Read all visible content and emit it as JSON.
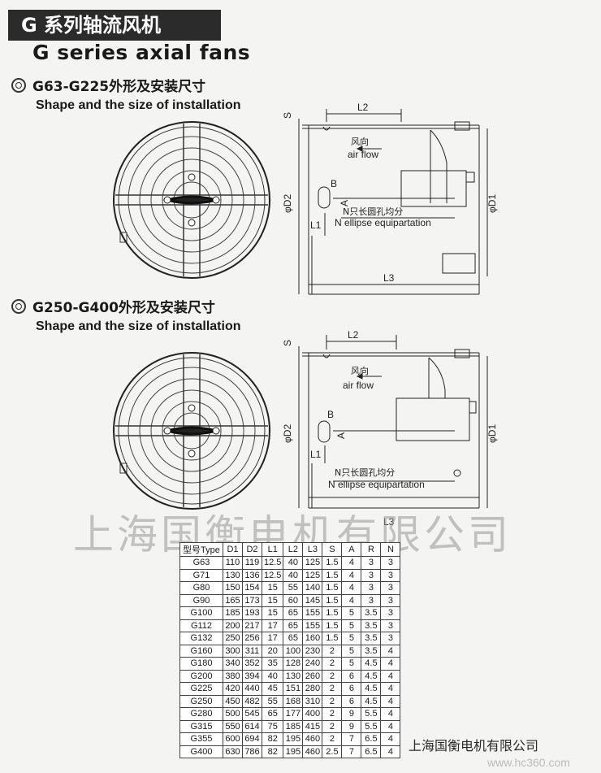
{
  "header": {
    "title_cn": "G 系列轴流风机",
    "title_en": "G series axial fans"
  },
  "section1": {
    "title_cn": "G63-G225外形及安装尺寸",
    "title_en": "Shape and the size of installation"
  },
  "section2": {
    "title_cn": "G250-G400外形及安装尺寸",
    "title_en": "Shape and the size of installation"
  },
  "labels": {
    "s": "S",
    "l2": "L2",
    "l1": "L1",
    "l3": "L3",
    "d1": "φD1",
    "d2": "φD2",
    "b": "B",
    "a": "A",
    "wind_cn": "风向",
    "wind_en": "air flow",
    "ellipse_cn": "N只长圆孔均分",
    "ellipse_en": "N ellipse equipartation"
  },
  "watermark": "上海国衡电机有限公司",
  "table": {
    "headers": [
      "型号Type",
      "D1",
      "D2",
      "L1",
      "L2",
      "L3",
      "S",
      "A",
      "R",
      "N"
    ],
    "rows": [
      [
        "G63",
        "110",
        "119",
        "12.5",
        "40",
        "125",
        "1.5",
        "4",
        "3",
        "3"
      ],
      [
        "G71",
        "130",
        "136",
        "12.5",
        "40",
        "125",
        "1.5",
        "4",
        "3",
        "3"
      ],
      [
        "G80",
        "150",
        "154",
        "15",
        "55",
        "140",
        "1.5",
        "4",
        "3",
        "3"
      ],
      [
        "G90",
        "165",
        "173",
        "15",
        "60",
        "145",
        "1.5",
        "4",
        "3",
        "3"
      ],
      [
        "G100",
        "185",
        "193",
        "15",
        "65",
        "155",
        "1.5",
        "5",
        "3.5",
        "3"
      ],
      [
        "G112",
        "200",
        "217",
        "17",
        "65",
        "155",
        "1.5",
        "5",
        "3.5",
        "3"
      ],
      [
        "G132",
        "250",
        "256",
        "17",
        "65",
        "160",
        "1.5",
        "5",
        "3.5",
        "3"
      ],
      [
        "G160",
        "300",
        "311",
        "20",
        "100",
        "230",
        "2",
        "5",
        "3.5",
        "4"
      ],
      [
        "G180",
        "340",
        "352",
        "35",
        "128",
        "240",
        "2",
        "5",
        "4.5",
        "4"
      ],
      [
        "G200",
        "380",
        "394",
        "40",
        "130",
        "260",
        "2",
        "6",
        "4.5",
        "4"
      ],
      [
        "G225",
        "420",
        "440",
        "45",
        "151",
        "280",
        "2",
        "6",
        "4.5",
        "4"
      ],
      [
        "G250",
        "450",
        "482",
        "55",
        "168",
        "310",
        "2",
        "6",
        "4.5",
        "4"
      ],
      [
        "G280",
        "500",
        "545",
        "65",
        "177",
        "400",
        "2",
        "9",
        "5.5",
        "4"
      ],
      [
        "G315",
        "550",
        "614",
        "75",
        "185",
        "415",
        "2",
        "9",
        "5.5",
        "4"
      ],
      [
        "G355",
        "600",
        "694",
        "82",
        "195",
        "460",
        "2",
        "7",
        "6.5",
        "4"
      ],
      [
        "G400",
        "630",
        "786",
        "82",
        "195",
        "460",
        "2.5",
        "7",
        "6.5",
        "4"
      ]
    ]
  },
  "footer": {
    "company": "上海国衡电机有限公司",
    "url": "www.hc360.com"
  }
}
